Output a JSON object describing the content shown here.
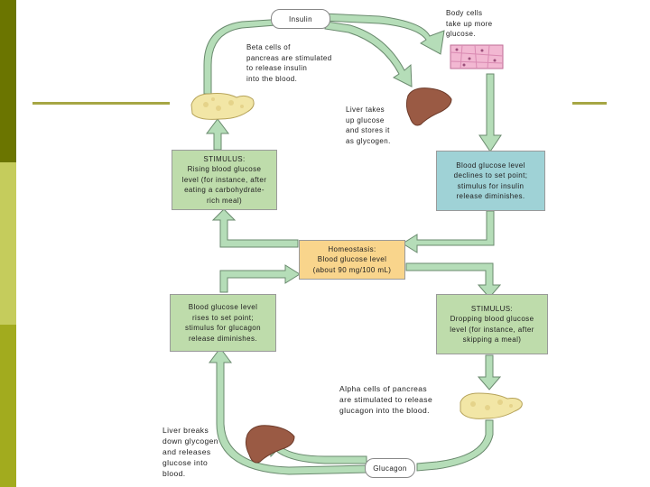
{
  "colors": {
    "arrow_fill": "#b5ddb8",
    "arrow_stroke": "#6a8a6e",
    "stimulus_box": "#bedcab",
    "response_box": "#9fd2d6",
    "homeostasis_box": "#f9d58c",
    "side_stripe_dark": "#6b7500",
    "side_stripe_light": "#c5cc5c",
    "rule": "#a6a644"
  },
  "icons": [
    "pancreas-icon",
    "liver-icon",
    "body-cells-icon"
  ],
  "labels": {
    "insulin": "Insulin",
    "glucagon": "Glucagon",
    "body_cells": "Body cells\ntake up more\nglucose.",
    "beta_cells": "Beta cells of\npancreas are stimulated\nto release insulin\ninto the blood.",
    "liver_takes_up": "Liver takes\nup glucose\nand stores it\nas glycogen.",
    "alpha_cells": "Alpha cells of pancreas\nare stimulated to release\nglucagon into the blood.",
    "liver_breaks_down": "Liver breaks\ndown glycogen\nand releases\nglucose into\nblood."
  },
  "boxes": {
    "stimulus_rising": "STIMULUS:\nRising blood glucose\nlevel (for instance, after\neating a carbohydrate-\nrich meal)",
    "declines": "Blood glucose level\ndeclines to set point;\nstimulus for insulin\nrelease diminishes.",
    "homeostasis": "Homeostasis:\nBlood glucose level\n(about 90 mg/100 mL)",
    "rises": "Blood glucose level\nrises to set point;\nstimulus for glucagon\nrelease diminishes.",
    "stimulus_dropping": "STIMULUS:\nDropping blood glucose\nlevel (for instance, after\nskipping a meal)"
  }
}
